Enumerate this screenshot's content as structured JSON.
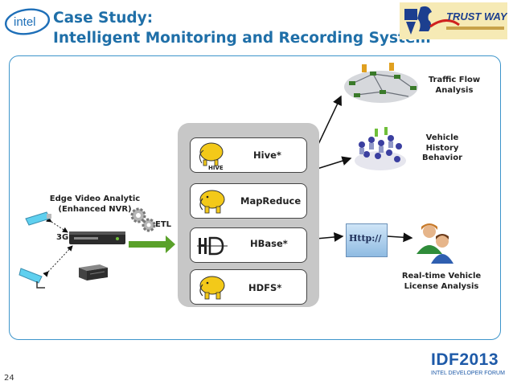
{
  "title": {
    "line1": "Case Study:",
    "line2": "Intelligent Monitoring and Recording System"
  },
  "trustway_logo": "TRUST WAY",
  "stack": {
    "hive": "Hive*",
    "mapreduce": "MapReduce",
    "hbase": "HBase*",
    "hdfs": "HDFS*"
  },
  "left": {
    "edge_line1": "Edge Video Analytic",
    "edge_line2": "(Enhanced NVR)",
    "threeg": "3G",
    "etl": "ETL"
  },
  "right": {
    "traffic": [
      "Traffic Flow",
      "Analysis"
    ],
    "vehicle": [
      "Vehicle",
      "History",
      "Behavior"
    ],
    "realtime": [
      "Real-time Vehicle",
      "License Analysis"
    ]
  },
  "icons": {
    "hive_badge": "HIVE",
    "http_sign": "Http://"
  },
  "footer": {
    "page": "24",
    "idf": "IDF2013",
    "idf_sub": "INTEL DEVELOPER FORUM"
  },
  "intel_logo": "intel",
  "colors": {
    "title": "#1f6fa8",
    "frame": "#3d95cb",
    "arrow_green": "#5aa12a",
    "idf_blue": "#1e5aa8"
  }
}
